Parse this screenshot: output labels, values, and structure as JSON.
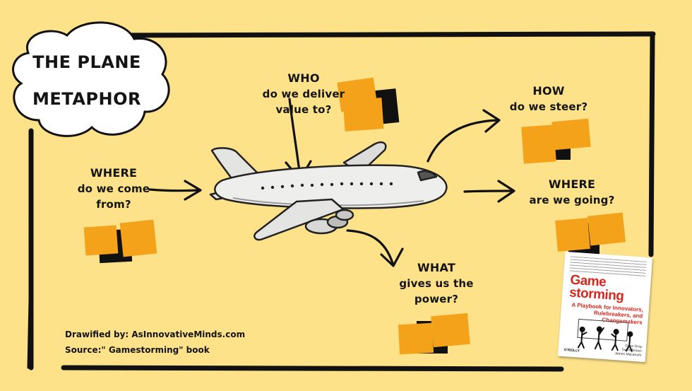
{
  "title": {
    "line1": "THE PLANE",
    "line2": "METAPHOR"
  },
  "labels": {
    "where_from": {
      "l1": "WHERE",
      "l2": "do we come",
      "l3": "from?"
    },
    "who": {
      "l1": "WHO",
      "l2": "do we deliver",
      "l3": "value to?"
    },
    "how": {
      "l1": "HOW",
      "l2": "do we steer?"
    },
    "where_going": {
      "l1": "WHERE",
      "l2": "are we going?"
    },
    "what": {
      "l1": "WHAT",
      "l2": "gives us the",
      "l3": "power?"
    }
  },
  "credits": {
    "drawn_by": "Drawified by: AsInnovativeMinds.com",
    "source": "Source:\" Gamestorming\" book"
  },
  "book": {
    "title_line1": "Game",
    "title_line2": "storming",
    "subtitle_line1": "A Playbook for Innovators,",
    "subtitle_line2": "Rulebreakers, and Changemakers",
    "author1": "Dave Gray",
    "author2": "Sunni Brown",
    "author3": "James Macanufo",
    "publisher": "O'REILLY"
  },
  "colors": {
    "background": "#fde28a",
    "sticky_note": "#f5a21b",
    "sticky_dark": "#111111",
    "ink": "#141414",
    "plane_body": "#eeeeec",
    "book_title": "#d7261e"
  }
}
